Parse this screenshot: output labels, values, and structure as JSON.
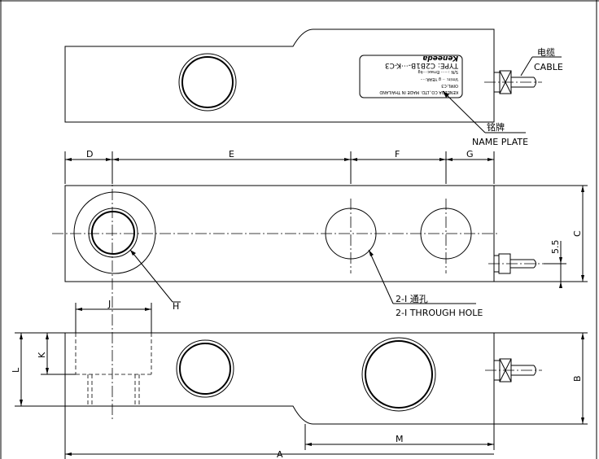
{
  "labels": {
    "cable_cn": "电缆",
    "cable_en": "CABLE",
    "nameplate_cn": "铭牌",
    "nameplate_en": "NAME PLATE",
    "through_hole_cn": "2-I 通孔",
    "through_hole_en": "2-I THROUGH HOLE"
  },
  "dimensions": {
    "A": "A",
    "B": "B",
    "C": "C",
    "D": "D",
    "E": "E",
    "F": "F",
    "G": "G",
    "H": "H",
    "J": "J",
    "K": "K",
    "L": "L",
    "M": "M",
    "offset": "5.5"
  },
  "nameplate": {
    "type": "TYPE: C2B1B-···K-C3",
    "sn": "S/N :······ Emax:···kg",
    "oiml": "OIML:C3",
    "vmin": "Vmin: ·· g   YEAR:····",
    "maker": "KENEEDA CO.,LTD. MADE IN THAILAND",
    "logo": "Keneeda"
  }
}
